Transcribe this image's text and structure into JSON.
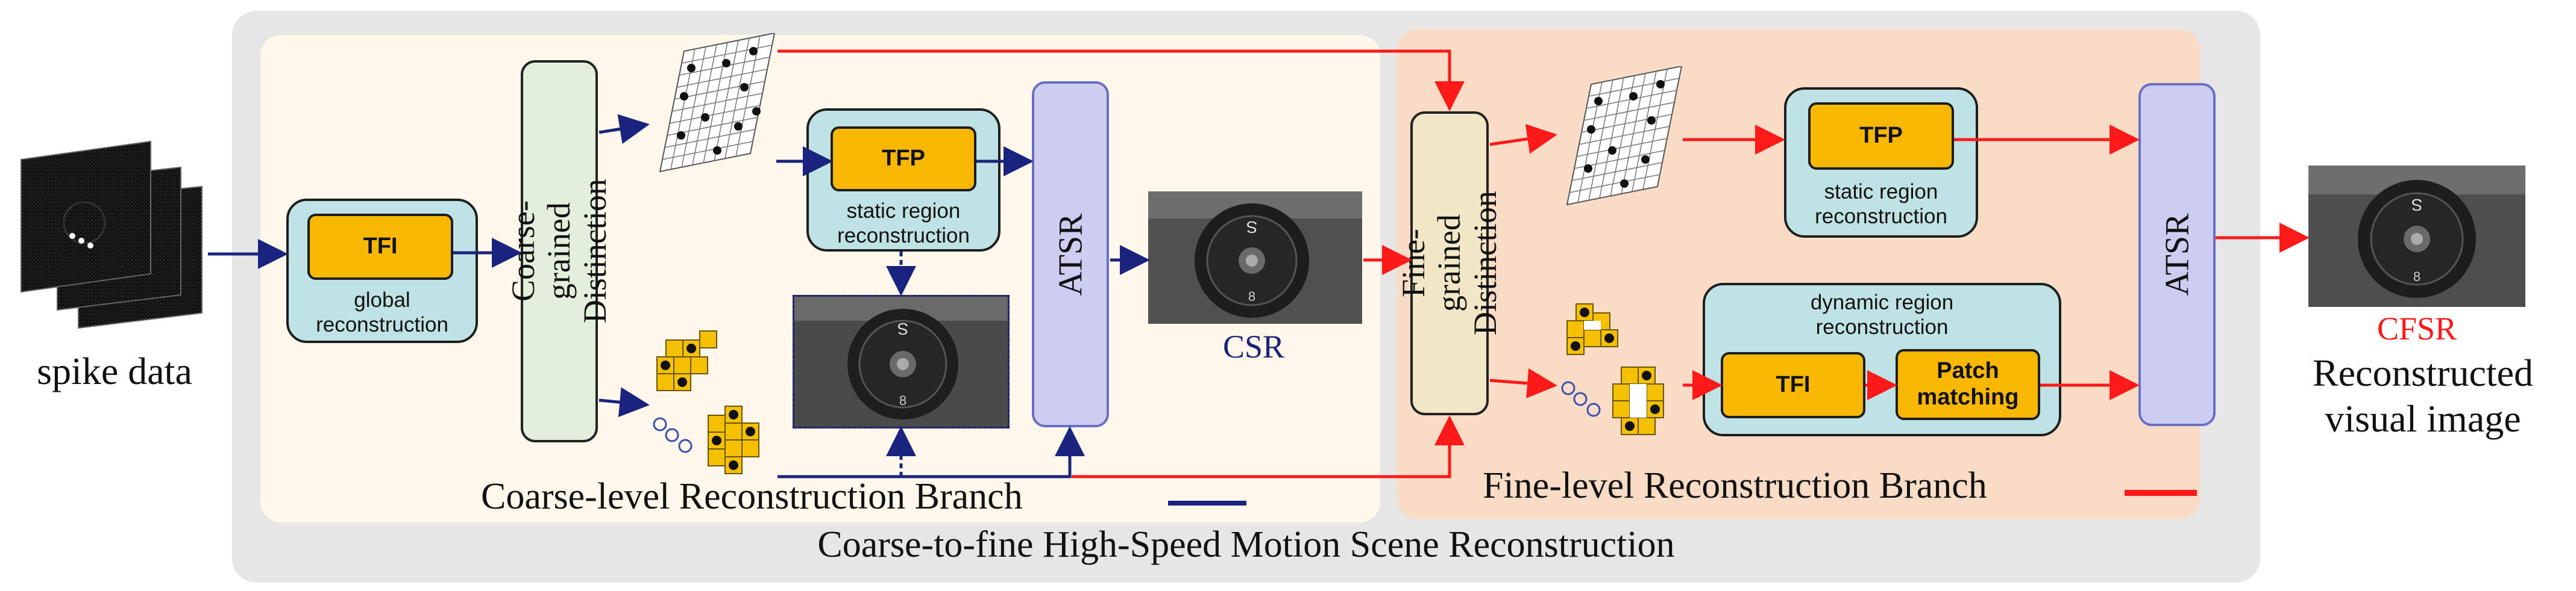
{
  "input_label": "spike data",
  "tfi_global": {
    "button": "TFI",
    "caption": "global reconstruction"
  },
  "coarse_distinction": "Coarse-grained Distinction",
  "tfp_static_coarse": {
    "button": "TFP",
    "caption": "static region reconstruction"
  },
  "atsr_coarse": "ATSR",
  "csr_label": "CSR",
  "coarse_branch_label": "Coarse-level Reconstruction Branch",
  "fine_distinction": "Fine-grained Distinction",
  "tfp_static_fine": {
    "button": "TFP",
    "caption": "static region reconstruction"
  },
  "dynamic_region": {
    "caption": "dynamic region reconstruction",
    "tfi": "TFI",
    "patch": "Patch matching"
  },
  "atsr_fine": "ATSR",
  "cfsr_label": "CFSR",
  "output_label": "Reconstructed visual image",
  "fine_branch_label": "Fine-level Reconstruction Branch",
  "overall_title": "Coarse-to-fine High-Speed Motion Scene Reconstruction",
  "colors": {
    "coarse_arrow": "#1a237e",
    "fine_arrow": "#ff1a1a",
    "csr_text": "#1a237e",
    "cfsr_text": "#ff1a1a"
  }
}
